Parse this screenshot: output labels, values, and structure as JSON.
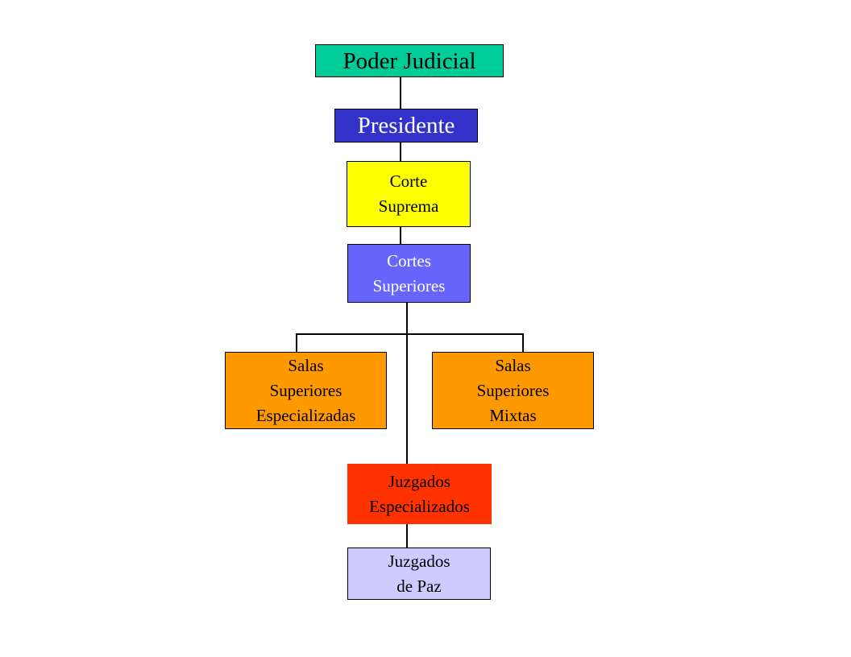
{
  "diagram": {
    "nodes": [
      {
        "id": "poder",
        "label": "Poder Judicial",
        "fill": "#00cc99",
        "text": "#000000"
      },
      {
        "id": "presidente",
        "label": "Presidente",
        "fill": "#3333cc",
        "text": "#ffffff"
      },
      {
        "id": "corte",
        "label": "Corte\nSuprema",
        "fill": "#ffff00",
        "text": "#000000"
      },
      {
        "id": "cortes",
        "label": "Cortes\nSuperiores",
        "fill": "#6666ff",
        "text": "#ffffff"
      },
      {
        "id": "salas-esp",
        "label": "Salas\nSuperiores\nEspecializadas",
        "fill": "#ff9900",
        "text": "#000000"
      },
      {
        "id": "salas-mix",
        "label": "Salas\nSuperiores\nMixtas",
        "fill": "#ff9900",
        "text": "#000000"
      },
      {
        "id": "juz-esp",
        "label": "Juzgados\nEspecializados",
        "fill": "#ff3300",
        "text": "#000000"
      },
      {
        "id": "juz-paz",
        "label": "Juzgados\nde Paz",
        "fill": "#ccccff",
        "text": "#000000"
      }
    ],
    "edges": [
      [
        "poder",
        "presidente"
      ],
      [
        "presidente",
        "corte"
      ],
      [
        "corte",
        "cortes"
      ],
      [
        "cortes",
        "salas-esp"
      ],
      [
        "cortes",
        "salas-mix"
      ],
      [
        "cortes",
        "juz-esp"
      ],
      [
        "juz-esp",
        "juz-paz"
      ]
    ]
  }
}
